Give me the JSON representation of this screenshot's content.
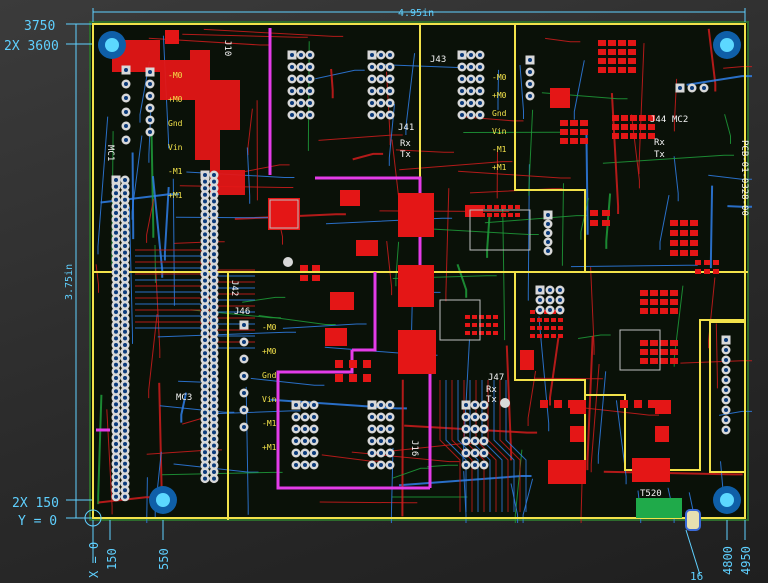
{
  "dimensions": {
    "y_top_a": "3750",
    "y_top_b": "2X 3600",
    "y_bottom_a": "2X 150",
    "y_bottom_b": "Y = 0",
    "x_origin": "X = 0",
    "x_ticks": [
      "150",
      "550",
      "4800",
      "4950"
    ],
    "width_label": "4.95in",
    "height_label": "3.75in",
    "pointer_label": "16"
  },
  "connectors": {
    "j10": "J10",
    "j43": "J43",
    "j46": "J46",
    "j41": "J41",
    "j42": "J42",
    "j44": "J44",
    "j47": "J47",
    "j16": "J16",
    "mc1": "MC1",
    "mc2": "MC2",
    "mc3": "MC3",
    "pin_labels_left": [
      "-M0",
      "+M0",
      "Gnd",
      "Vin",
      "-M1",
      "+M1"
    ],
    "pin_labels_right": [
      "-M0",
      "+M0",
      "Gnd",
      "Vin",
      "-M1",
      "+M1"
    ],
    "pin_labels_lower": [
      "-M0",
      "+M0",
      "Gnd",
      "Vin",
      "-M1",
      "+M1"
    ],
    "rx_tx": [
      "Rx",
      "Tx"
    ],
    "board_tag": "T520",
    "product_code": "PCB-01-0328-00"
  },
  "colors": {
    "board": "#0a1108",
    "copper_red": "#e41616",
    "trace_blue": "#2f7fe8",
    "outline_yellow": "#f2e24a",
    "magenta": "#e43ce8",
    "dimension": "#5fd0ff",
    "green": "#1faa4a"
  }
}
